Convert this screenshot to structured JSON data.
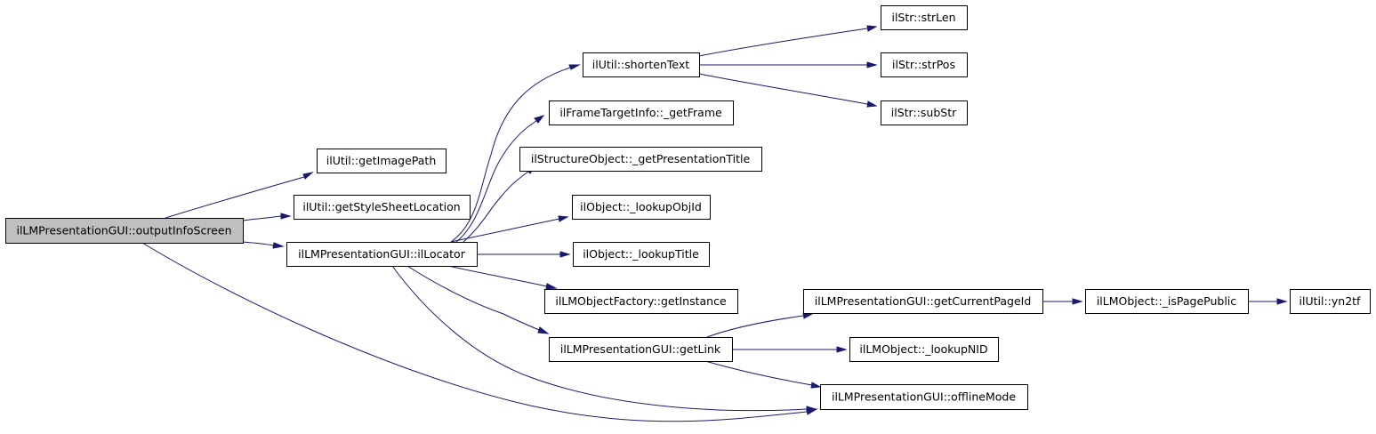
{
  "graph": {
    "nodes": [
      {
        "id": "outputInfoScreen",
        "label": "ilLMPresentationGUI::outputInfoScreen",
        "root": true
      },
      {
        "id": "getImagePath",
        "label": "ilUtil::getImagePath"
      },
      {
        "id": "getStyleSheetLocation",
        "label": "ilUtil::getStyleSheetLocation"
      },
      {
        "id": "ilLocator",
        "label": "ilLMPresentationGUI::ilLocator"
      },
      {
        "id": "shortenText",
        "label": "ilUtil::shortenText"
      },
      {
        "id": "getFrame",
        "label": "ilFrameTargetInfo::_getFrame"
      },
      {
        "id": "getPresentationTitle",
        "label": "ilStructureObject::_getPresentationTitle"
      },
      {
        "id": "lookupObjId",
        "label": "ilObject::_lookupObjId"
      },
      {
        "id": "lookupTitle",
        "label": "ilObject::_lookupTitle"
      },
      {
        "id": "getInstance",
        "label": "ilLMObjectFactory::getInstance"
      },
      {
        "id": "getLink",
        "label": "ilLMPresentationGUI::getLink"
      },
      {
        "id": "offlineMode",
        "label": "ilLMPresentationGUI::offlineMode"
      },
      {
        "id": "strLen",
        "label": "ilStr::strLen"
      },
      {
        "id": "strPos",
        "label": "ilStr::strPos"
      },
      {
        "id": "subStr",
        "label": "ilStr::subStr"
      },
      {
        "id": "getCurrentPageId",
        "label": "ilLMPresentationGUI::getCurrentPageId"
      },
      {
        "id": "lookupNID",
        "label": "ilLMObject::_lookupNID"
      },
      {
        "id": "isPagePublic",
        "label": "ilLMObject::_isPagePublic"
      },
      {
        "id": "yn2tf",
        "label": "ilUtil::yn2tf"
      }
    ],
    "edges": [
      {
        "from": "outputInfoScreen",
        "to": "getImagePath"
      },
      {
        "from": "outputInfoScreen",
        "to": "getStyleSheetLocation"
      },
      {
        "from": "outputInfoScreen",
        "to": "ilLocator"
      },
      {
        "from": "outputInfoScreen",
        "to": "offlineMode"
      },
      {
        "from": "ilLocator",
        "to": "shortenText"
      },
      {
        "from": "ilLocator",
        "to": "getFrame"
      },
      {
        "from": "ilLocator",
        "to": "getPresentationTitle"
      },
      {
        "from": "ilLocator",
        "to": "lookupObjId"
      },
      {
        "from": "ilLocator",
        "to": "lookupTitle"
      },
      {
        "from": "ilLocator",
        "to": "getInstance"
      },
      {
        "from": "ilLocator",
        "to": "getLink"
      },
      {
        "from": "ilLocator",
        "to": "offlineMode"
      },
      {
        "from": "shortenText",
        "to": "strLen"
      },
      {
        "from": "shortenText",
        "to": "strPos"
      },
      {
        "from": "shortenText",
        "to": "subStr"
      },
      {
        "from": "getLink",
        "to": "getCurrentPageId"
      },
      {
        "from": "getLink",
        "to": "lookupNID"
      },
      {
        "from": "getLink",
        "to": "offlineMode"
      },
      {
        "from": "getCurrentPageId",
        "to": "isPagePublic"
      },
      {
        "from": "isPagePublic",
        "to": "yn2tf"
      }
    ]
  }
}
